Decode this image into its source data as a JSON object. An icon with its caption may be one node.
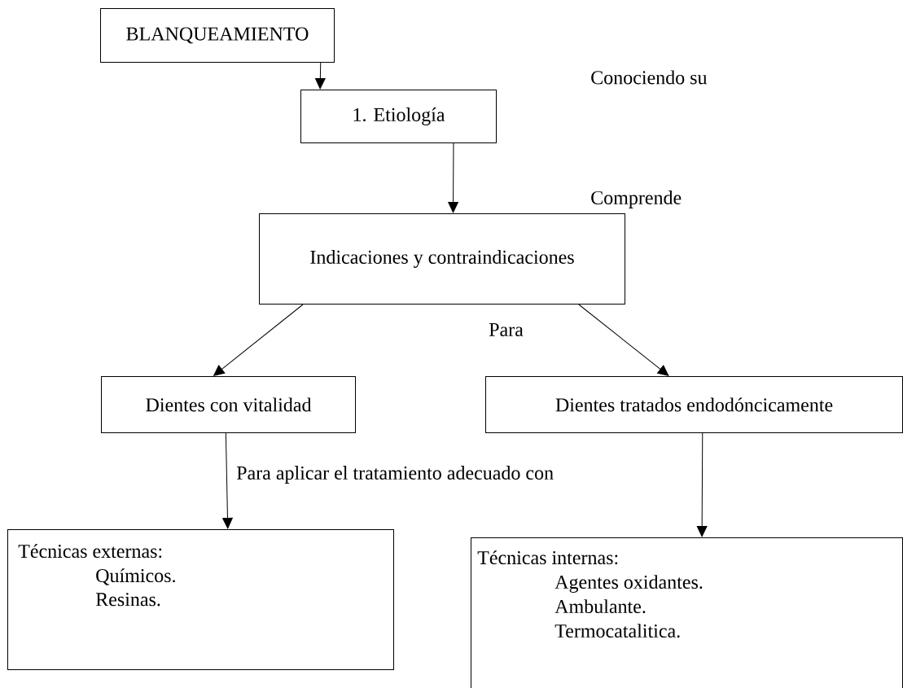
{
  "diagram": {
    "nodes": [
      {
        "text": [
          "BLANQUEAMIENTO"
        ]
      },
      {
        "text": [
          "1. Etiología"
        ]
      },
      {
        "text": [
          "Indicaciones y contraindicaciones"
        ]
      },
      {
        "text": [
          "Dientes con vitalidad"
        ]
      },
      {
        "text": [
          "Dientes tratados endodóncicamente"
        ]
      },
      {
        "text": [
          "Técnicas externas:",
          "Químicos.",
          "Resinas."
        ]
      },
      {
        "text": [
          "Técnicas internas:",
          "Agentes oxidantes.",
          "Ambulante.",
          "Termocatalitica."
        ]
      }
    ],
    "edges": [
      {
        "from": 0,
        "to": 1,
        "arrow": "to"
      },
      {
        "from": 1,
        "to": 2,
        "arrow": "to"
      },
      {
        "from": 2,
        "to": 3,
        "arrow": "to"
      },
      {
        "from": 2,
        "to": 4,
        "arrow": "to"
      },
      {
        "from": 3,
        "to": 5,
        "arrow": "to"
      },
      {
        "from": 4,
        "to": 6,
        "arrow": "to"
      }
    ],
    "labels": [
      "Conociendo su",
      "Comprende",
      "Para",
      "Para aplicar el tratamiento adecuado con"
    ]
  }
}
